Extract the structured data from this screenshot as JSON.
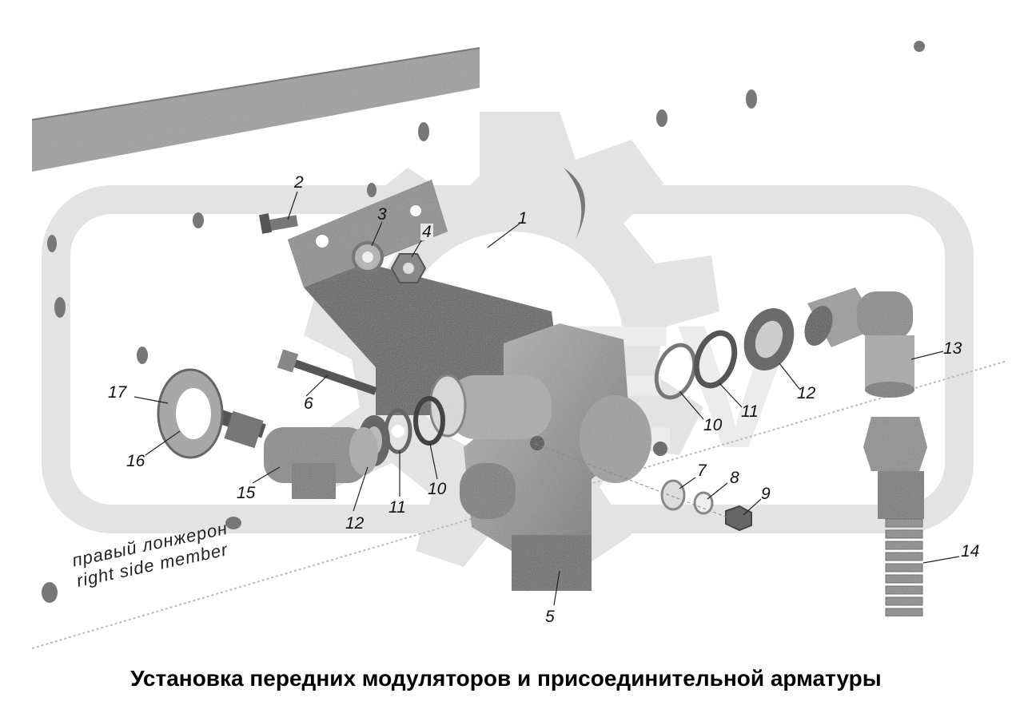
{
  "callouts": [
    {
      "id": "c1",
      "text": "1"
    },
    {
      "id": "c2",
      "text": "2"
    },
    {
      "id": "c3",
      "text": "3"
    },
    {
      "id": "c4",
      "text": "4"
    },
    {
      "id": "c5",
      "text": "5"
    },
    {
      "id": "c6",
      "text": "6"
    },
    {
      "id": "c7",
      "text": "7"
    },
    {
      "id": "c8",
      "text": "8"
    },
    {
      "id": "c9",
      "text": "9"
    },
    {
      "id": "c10a",
      "text": "10"
    },
    {
      "id": "c10b",
      "text": "10"
    },
    {
      "id": "c11a",
      "text": "11"
    },
    {
      "id": "c11b",
      "text": "11"
    },
    {
      "id": "c12a",
      "text": "12"
    },
    {
      "id": "c12b",
      "text": "12"
    },
    {
      "id": "c13",
      "text": "13"
    },
    {
      "id": "c14",
      "text": "14"
    },
    {
      "id": "c15",
      "text": "15"
    },
    {
      "id": "c16",
      "text": "16"
    },
    {
      "id": "c17",
      "text": "17"
    }
  ],
  "member_label": {
    "ru": "правый лонжерон",
    "en": "right side member"
  },
  "caption": "Установка передних модуляторов и присоединительной арматуры",
  "colors": {
    "watermark": "#e3e3e3",
    "part_dark": "#6e6e6e",
    "part_mid": "#9a9a9a",
    "part_light": "#c4c4c4"
  }
}
